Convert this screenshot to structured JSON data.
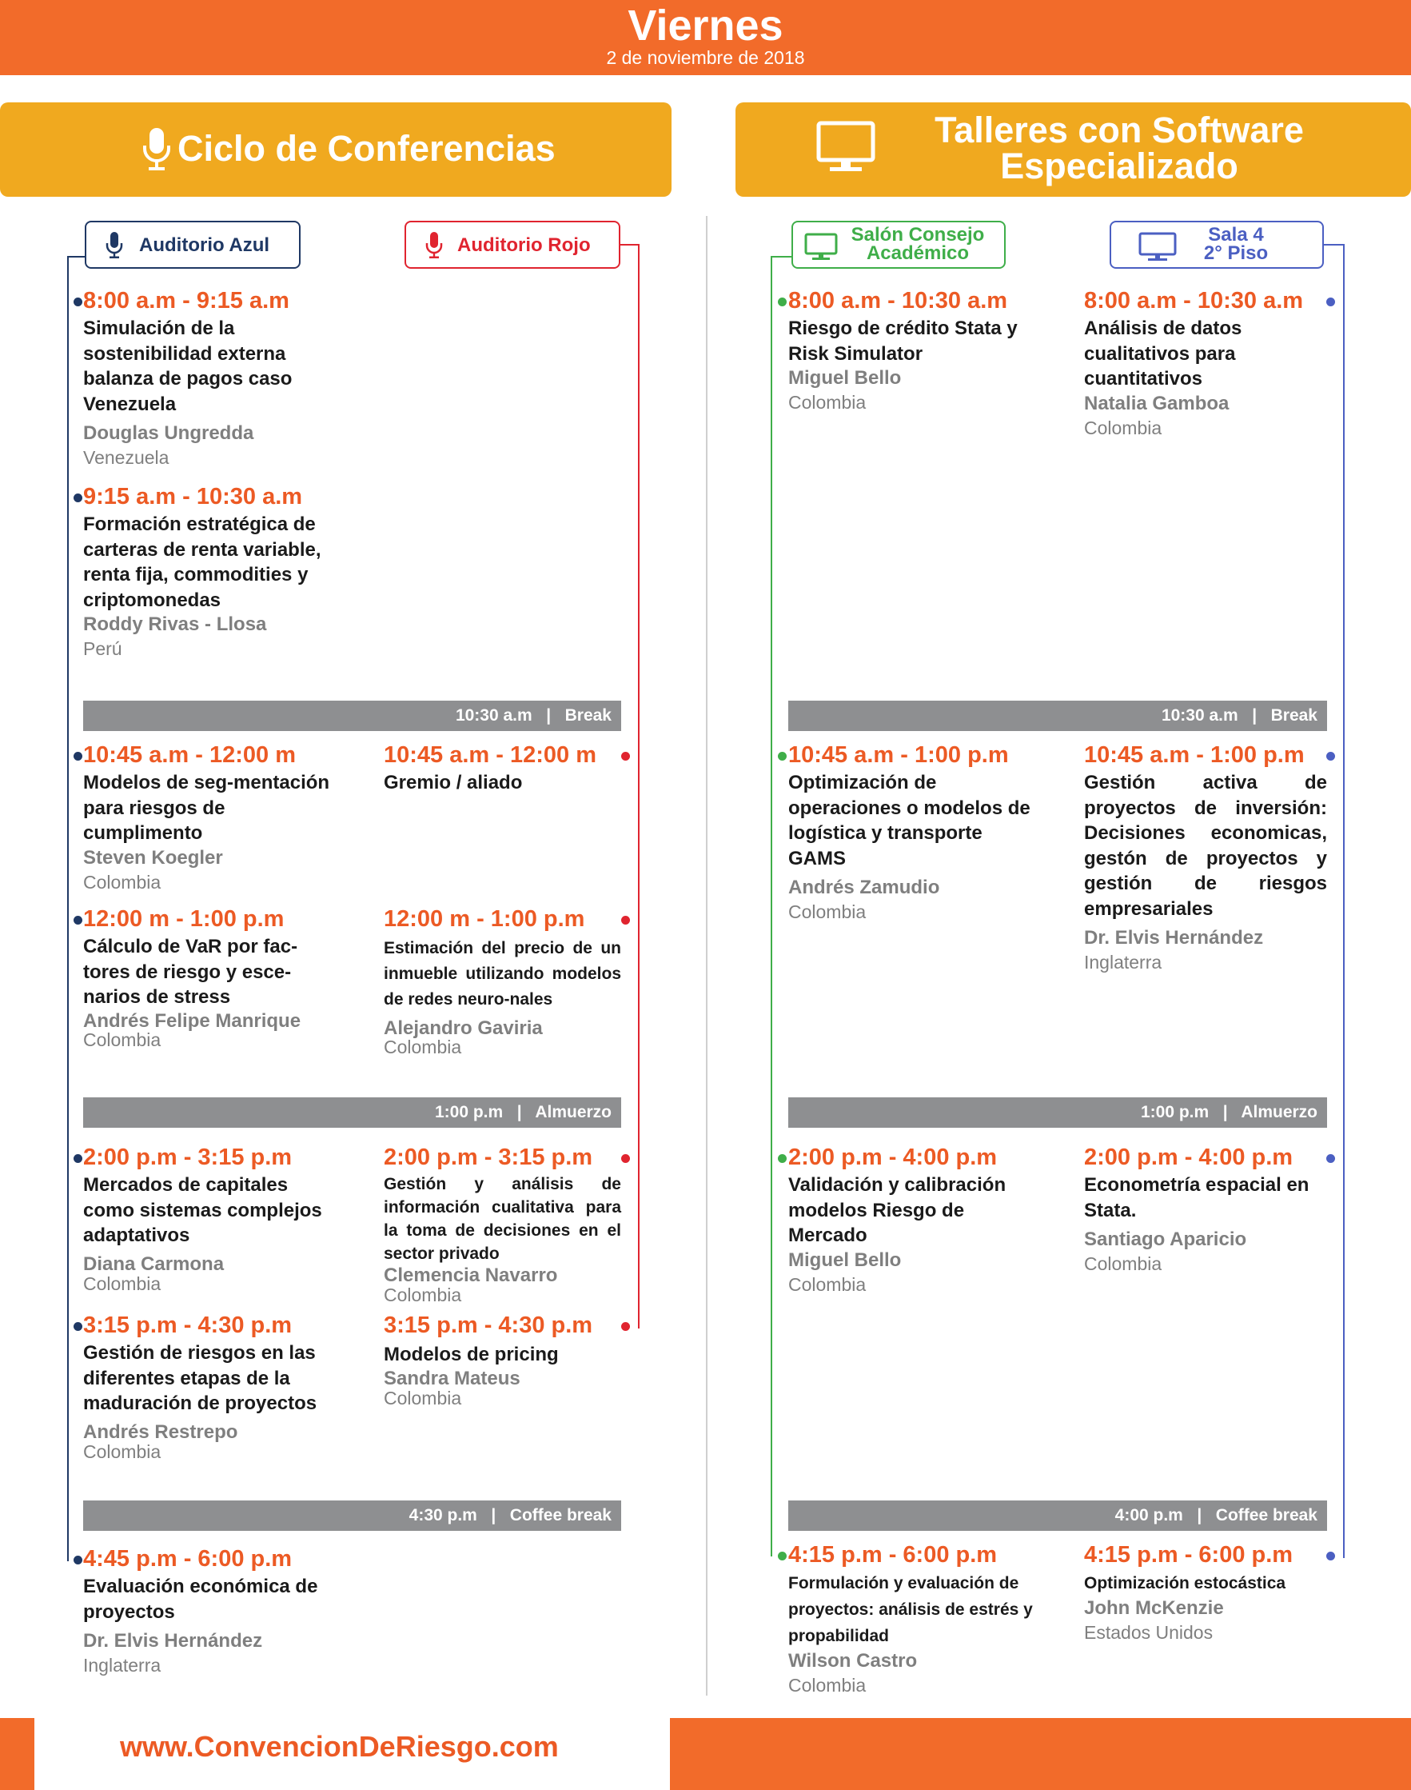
{
  "header": {
    "day": "Viernes",
    "date": "2 de noviembre de 2018"
  },
  "sections": {
    "conferencias": {
      "title": "Ciclo de Conferencias",
      "icon": "microphone-icon"
    },
    "talleres": {
      "title_line1": "Talleres con Software",
      "title_line2": "Especializado",
      "icon": "monitor-icon"
    }
  },
  "rooms": {
    "azul": {
      "label": "Auditorio Azul",
      "color": "#1f3864"
    },
    "rojo": {
      "label": "Auditorio Rojo",
      "color": "#e0242f"
    },
    "consejo": {
      "label_line1": "Salón Consejo",
      "label_line2": "Académico",
      "color": "#3fae49"
    },
    "sala4": {
      "label_line1": "Sala 4",
      "label_line2": "2° Piso",
      "color": "#4b5fc2"
    }
  },
  "breaks": {
    "left": [
      {
        "time": "10:30 a.m",
        "label": "Break"
      },
      {
        "time": "1:00 p.m",
        "label": "Almuerzo"
      },
      {
        "time": "4:30 p.m",
        "label": "Coffee break"
      }
    ],
    "right": [
      {
        "time": "10:30 a.m",
        "label": "Break"
      },
      {
        "time": "1:00 p.m",
        "label": "Almuerzo"
      },
      {
        "time": "4:00 p.m",
        "label": "Coffee break"
      }
    ],
    "separator": "|"
  },
  "azul": [
    {
      "time": "8:00 a.m - 9:15 a.m",
      "title": "Simulación de la sostenibilidad externa balanza de pagos caso Venezuela",
      "speaker": "Douglas Ungredda",
      "country": "Venezuela"
    },
    {
      "time": "9:15 a.m - 10:30 a.m",
      "title": "Formación estratégica de carteras de renta variable, renta fija, commodities y criptomonedas",
      "speaker": "Roddy Rivas - Llosa",
      "country": "Perú"
    },
    {
      "time": "10:45 a.m - 12:00 m",
      "title": "Modelos de seg-mentación para riesgos de cumplimento",
      "speaker": "Steven Koegler",
      "country": "Colombia"
    },
    {
      "time": "12:00 m - 1:00 p.m",
      "title": "Cálculo de VaR por fac-tores de riesgo y esce-narios de stress",
      "speaker": "Andrés Felipe Manrique",
      "country": "Colombia"
    },
    {
      "time": "2:00 p.m - 3:15 p.m",
      "title": "Mercados de capitales como sistemas complejos adaptativos",
      "speaker": "Diana Carmona",
      "country": "Colombia"
    },
    {
      "time": "3:15 p.m - 4:30 p.m",
      "title": "Gestión de riesgos en las diferentes etapas de la maduración de proyectos",
      "speaker": "Andrés Restrepo",
      "country": "Colombia"
    },
    {
      "time": "4:45 p.m - 6:00 p.m",
      "title": "Evaluación económica de proyectos",
      "speaker": "Dr. Elvis Hernández",
      "country": "Inglaterra"
    }
  ],
  "rojo": [
    {
      "time": "10:45 a.m - 12:00 m",
      "title": "Gremio / aliado"
    },
    {
      "time": "12:00 m - 1:00 p.m",
      "title": "Estimación del precio de un inmueble utilizando modelos de redes neuro-nales",
      "speaker": "Alejandro Gaviria",
      "country": "Colombia"
    },
    {
      "time": "2:00 p.m - 3:15 p.m",
      "title": "Gestión y análisis de información cualitativa para la toma de decisiones en el sector privado",
      "speaker": "Clemencia Navarro",
      "country": "Colombia"
    },
    {
      "time": "3:15 p.m - 4:30 p.m",
      "title": "Modelos de pricing",
      "speaker": "Sandra Mateus",
      "country": "Colombia"
    }
  ],
  "consejo": [
    {
      "time": "8:00 a.m - 10:30 a.m",
      "title": "Riesgo de crédito Stata y Risk Simulator",
      "speaker": "Miguel Bello",
      "country": "Colombia"
    },
    {
      "time": "10:45 a.m - 1:00 p.m",
      "title": "Optimización de operaciones o modelos de logística y transporte GAMS",
      "speaker": "Andrés Zamudio",
      "country": "Colombia"
    },
    {
      "time": "2:00 p.m - 4:00 p.m",
      "title": "Validación y calibración modelos Riesgo de Mercado",
      "speaker": "Miguel Bello",
      "country": "Colombia"
    },
    {
      "time": "4:15 p.m - 6:00 p.m",
      "title": "Formulación y evaluación de proyectos: análisis de estrés y propabilidad",
      "speaker": "Wilson Castro",
      "country": "Colombia"
    }
  ],
  "sala4": [
    {
      "time": "8:00 a.m - 10:30 a.m",
      "title": "Análisis de datos cualitativos para cuantitativos",
      "speaker": "Natalia Gamboa",
      "country": "Colombia"
    },
    {
      "time": "10:45 a.m - 1:00 p.m",
      "title": "Gestión activa de proyectos de inversión: Decisiones economicas, gestón de proyectos y gestión de riesgos empresariales",
      "speaker": "Dr. Elvis Hernández",
      "country": "Inglaterra"
    },
    {
      "time": "2:00 p.m - 4:00 p.m",
      "title": "Econometría espacial en Stata.",
      "speaker": "Santiago Aparicio",
      "country": "Colombia"
    },
    {
      "time": "4:15 p.m - 6:00 p.m",
      "title": "Optimización estocástica",
      "speaker": "John McKenzie",
      "country": "Estados Unidos"
    }
  ],
  "footer": {
    "url": "www.ConvencionDeRiesgo.com"
  }
}
